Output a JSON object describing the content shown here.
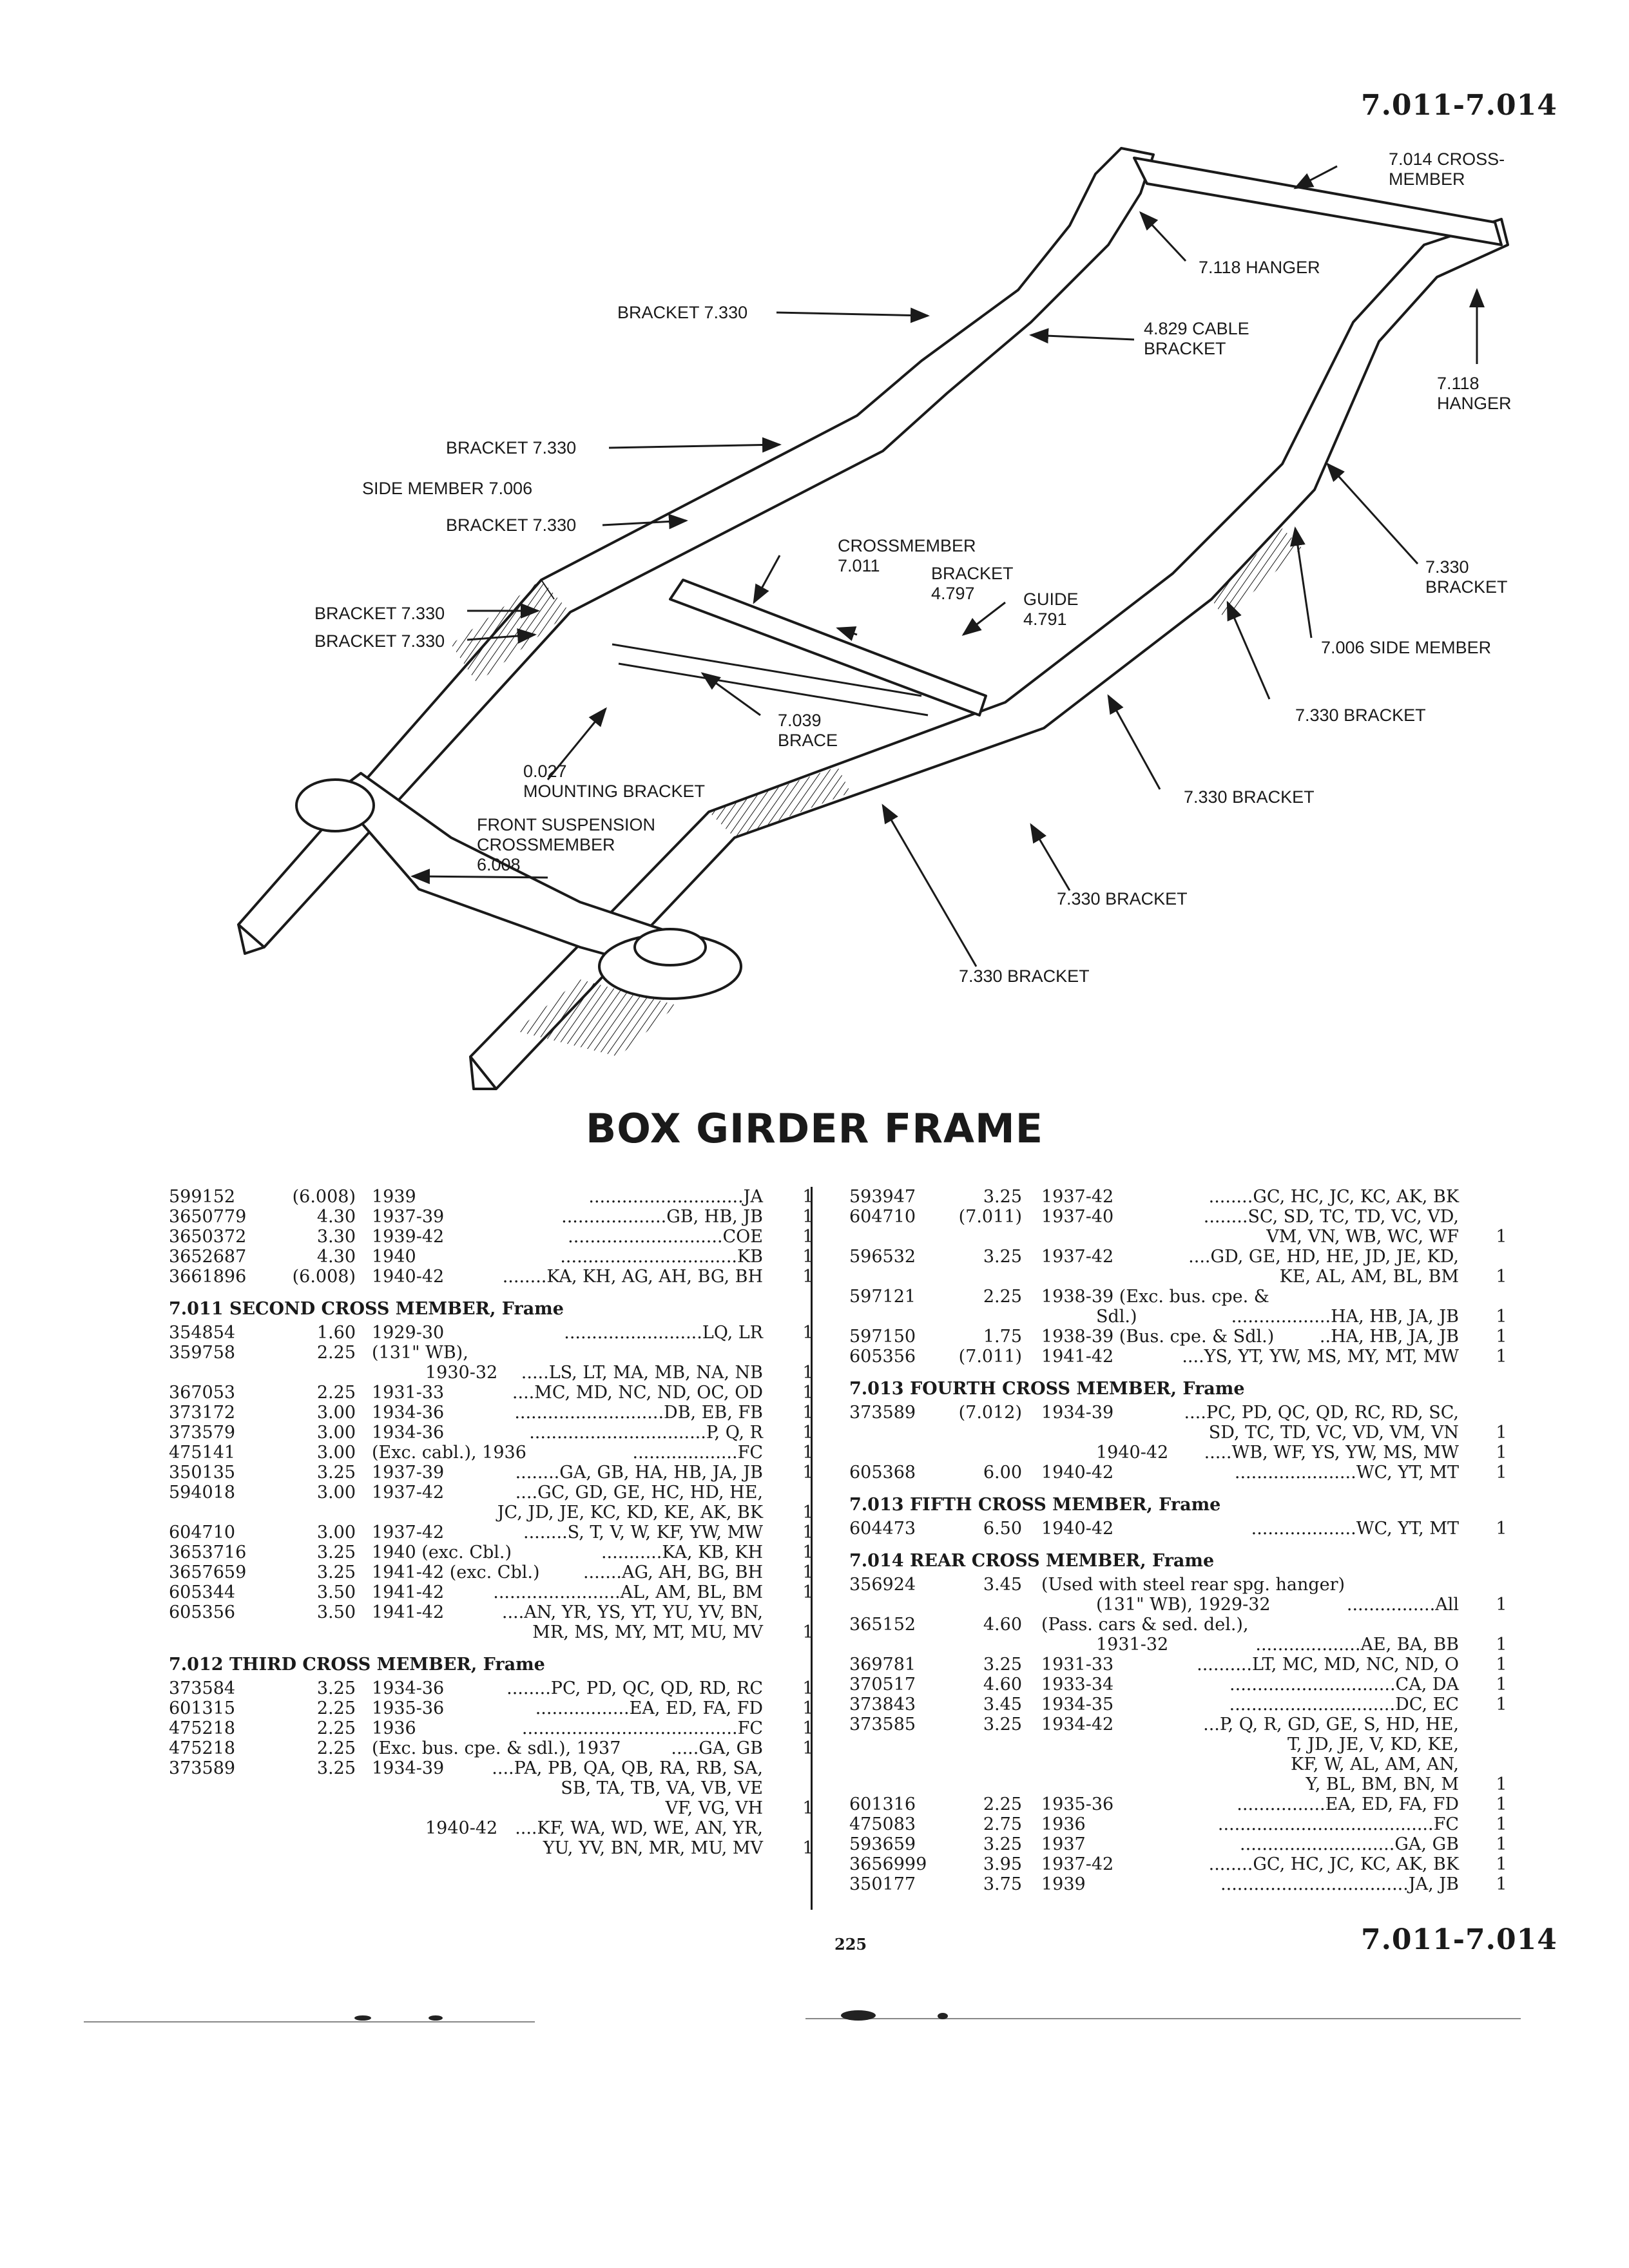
{
  "header": {
    "page_id": "7.011-7.014"
  },
  "diagram": {
    "callouts": {
      "cross_member_7014": "7.014 CROSS-\nMEMBER",
      "hanger_7118_a": "7.118 HANGER",
      "bracket_7330_a": "BRACKET 7.330",
      "cable_bracket_4829": "4.829 CABLE\nBRACKET",
      "hanger_7118_b": "7.118\nHANGER",
      "bracket_7330_b": "BRACKET 7.330",
      "side_member_7006_left": "SIDE MEMBER 7.006",
      "bracket_7330_c": "BRACKET 7.330",
      "crossmember_7011": "CROSSMEMBER\n7.011",
      "bracket_4797": "BRACKET\n4.797",
      "guide_4791": "GUIDE\n4.791",
      "bracket_7330_right_side": "7.330\nBRACKET",
      "bracket_7330_d": "BRACKET 7.330",
      "bracket_7330_e": "BRACKET 7.330",
      "side_member_7006_right": "7.006 SIDE MEMBER",
      "brace_7039": "7.039\nBRACE",
      "bracket_7330_f": "7.330 BRACKET",
      "mounting_bracket_0027": "0.027\nMOUNTING BRACKET",
      "bracket_7330_g": "7.330 BRACKET",
      "front_suspension": "FRONT SUSPENSION\nCROSSMEMBER\n6.008",
      "bracket_7330_h": "7.330 BRACKET",
      "bracket_7330_i": "7.330 BRACKET"
    }
  },
  "title": "BOX GIRDER FRAME",
  "left_column": {
    "top_rows": [
      {
        "part": "599152",
        "size": "(6.008)",
        "year": "1939",
        "dots": "............................",
        "codes": "JA",
        "qty": "1"
      },
      {
        "part": "3650779",
        "size": "4.30",
        "year": "1937-39",
        "dots": "...................",
        "codes": "GB, HB, JB",
        "qty": "1"
      },
      {
        "part": "3650372",
        "size": "3.30",
        "year": "1939-42",
        "dots": "............................",
        "codes": "COE",
        "qty": "1"
      },
      {
        "part": "3652687",
        "size": "4.30",
        "year": "1940",
        "dots": "................................",
        "codes": "KB",
        "qty": "1"
      },
      {
        "part": "3661896",
        "size": "(6.008)",
        "year": "1940-42",
        "dots": "........",
        "codes": "KA, KH, AG, AH, BG, BH",
        "qty": "1"
      }
    ],
    "sections": [
      {
        "heading": "7.011  SECOND CROSS MEMBER, Frame",
        "rows": [
          {
            "part": "354854",
            "size": "1.60",
            "year": "1929-30",
            "dots": ".........................",
            "codes": "LQ, LR",
            "qty": "1"
          },
          {
            "part": "359758",
            "size": "2.25",
            "year": "(131\" WB),",
            "dots": "",
            "codes": "",
            "qty": ""
          },
          {
            "part": "",
            "size": "",
            "year": "1930-32",
            "dots": ".....",
            "codes": "LS, LT, MA, MB, NA, NB",
            "qty": "1",
            "indent": true
          },
          {
            "part": "367053",
            "size": "2.25",
            "year": "1931-33",
            "dots": "....",
            "codes": "MC, MD, NC, ND, OC, OD",
            "qty": "1"
          },
          {
            "part": "373172",
            "size": "3.00",
            "year": "1934-36",
            "dots": "...........................",
            "codes": "DB, EB, FB",
            "qty": "1"
          },
          {
            "part": "373579",
            "size": "3.00",
            "year": "1934-36",
            "dots": "................................",
            "codes": "P, Q, R",
            "qty": "1"
          },
          {
            "part": "475141",
            "size": "3.00",
            "year": "(Exc. cabl.), 1936",
            "dots": "...................",
            "codes": "FC",
            "qty": "1"
          },
          {
            "part": "350135",
            "size": "3.25",
            "year": "1937-39",
            "dots": "........",
            "codes": "GA, GB, HA, HB, JA, JB",
            "qty": "1"
          },
          {
            "part": "594018",
            "size": "3.00",
            "year": "1937-42",
            "dots": "....",
            "codes": "GC, GD, GE, HC, HD, HE,",
            "qty": ""
          },
          {
            "part": "",
            "size": "",
            "year": "",
            "dots": "",
            "codes": "JC, JD, JE, KC, KD, KE, AK, BK",
            "qty": "1"
          },
          {
            "part": "604710",
            "size": "3.00",
            "year": "1937-42",
            "dots": "........",
            "codes": "S, T, V, W, KF, YW, MW",
            "qty": "1"
          },
          {
            "part": "3653716",
            "size": "3.25",
            "year": "1940 (exc. Cbl.)",
            "dots": "...........",
            "codes": "KA, KB, KH",
            "qty": "1"
          },
          {
            "part": "3657659",
            "size": "3.25",
            "year": "1941-42 (exc. Cbl.)",
            "dots": ".......",
            "codes": "AG, AH, BG, BH",
            "qty": "1"
          },
          {
            "part": "605344",
            "size": "3.50",
            "year": "1941-42",
            "dots": ".......................",
            "codes": "AL, AM, BL, BM",
            "qty": "1"
          },
          {
            "part": "605356",
            "size": "3.50",
            "year": "1941-42",
            "dots": "....",
            "codes": "AN, YR, YS, YT, YU, YV, BN,",
            "qty": ""
          },
          {
            "part": "",
            "size": "",
            "year": "",
            "dots": "",
            "codes": "MR, MS, MY, MT, MU, MV",
            "qty": "1"
          }
        ]
      },
      {
        "heading": "7.012  THIRD CROSS MEMBER, Frame",
        "rows": [
          {
            "part": "373584",
            "size": "3.25",
            "year": "1934-36",
            "dots": "........",
            "codes": "PC, PD, QC, QD, RD, RC",
            "qty": "1"
          },
          {
            "part": "601315",
            "size": "2.25",
            "year": "1935-36",
            "dots": ".................",
            "codes": "EA, ED, FA, FD",
            "qty": "1"
          },
          {
            "part": "475218",
            "size": "2.25",
            "year": "1936",
            "dots": ".......................................",
            "codes": "FC",
            "qty": "1"
          },
          {
            "part": "475218",
            "size": "2.25",
            "year": "(Exc. bus. cpe. & sdl.), 1937",
            "dots": ".....",
            "codes": "GA, GB",
            "qty": "1"
          },
          {
            "part": "373589",
            "size": "3.25",
            "year": "1934-39",
            "dots": "....",
            "codes": "PA, PB, QA, QB, RA, RB, SA,",
            "qty": ""
          },
          {
            "part": "",
            "size": "",
            "year": "",
            "dots": "",
            "codes": "SB, TA, TB, VA, VB, VE",
            "qty": ""
          },
          {
            "part": "",
            "size": "",
            "year": "",
            "dots": "",
            "codes": "VF, VG, VH",
            "qty": "1"
          },
          {
            "part": "",
            "size": "",
            "year": "1940-42",
            "dots": "....",
            "codes": "KF, WA, WD, WE, AN, YR,",
            "qty": "",
            "indent": true
          },
          {
            "part": "",
            "size": "",
            "year": "",
            "dots": "",
            "codes": "YU, YV, BN, MR, MU, MV",
            "qty": "1"
          }
        ]
      }
    ]
  },
  "right_column": {
    "top_rows": [
      {
        "part": "593947",
        "size": "3.25",
        "year": "1937-42",
        "dots": "........",
        "codes": "GC, HC, JC, KC, AK, BK",
        "qty": ""
      },
      {
        "part": "604710",
        "size": "(7.011)",
        "year": "1937-40",
        "dots": "........",
        "codes": "SC, SD, TC, TD, VC, VD,",
        "qty": ""
      },
      {
        "part": "",
        "size": "",
        "year": "",
        "dots": "",
        "codes": "VM, VN, WB, WC, WF",
        "qty": "1"
      },
      {
        "part": "596532",
        "size": "3.25",
        "year": "1937-42",
        "dots": "....",
        "codes": "GD, GE, HD, HE, JD, JE, KD,",
        "qty": ""
      },
      {
        "part": "",
        "size": "",
        "year": "",
        "dots": "",
        "codes": "KE, AL, AM, BL, BM",
        "qty": "1"
      },
      {
        "part": "597121",
        "size": "2.25",
        "year": "1938-39 (Exc. bus. cpe. &",
        "dots": "",
        "codes": "",
        "qty": ""
      },
      {
        "part": "",
        "size": "",
        "year": "Sdl.)",
        "dots": "..................",
        "codes": "HA, HB, JA, JB",
        "qty": "1",
        "indent": true
      },
      {
        "part": "597150",
        "size": "1.75",
        "year": "1938-39 (Bus. cpe. & Sdl.)",
        "dots": "..",
        "codes": "HA, HB, JA, JB",
        "qty": "1"
      },
      {
        "part": "605356",
        "size": "(7.011)",
        "year": "1941-42",
        "dots": "....",
        "codes": "YS, YT, YW, MS, MY, MT, MW",
        "qty": "1"
      }
    ],
    "sections": [
      {
        "heading": "7.013  FOURTH CROSS MEMBER, Frame",
        "rows": [
          {
            "part": "373589",
            "size": "(7.012)",
            "year": "1934-39",
            "dots": "....",
            "codes": "PC, PD, QC, QD, RC, RD, SC,",
            "qty": ""
          },
          {
            "part": "",
            "size": "",
            "year": "",
            "dots": "",
            "codes": "SD, TC, TD, VC, VD, VM, VN",
            "qty": "1"
          },
          {
            "part": "",
            "size": "",
            "year": "1940-42",
            "dots": ".....",
            "codes": "WB, WF, YS, YW, MS, MW",
            "qty": "1",
            "indent": true
          },
          {
            "part": "605368",
            "size": "6.00",
            "year": "1940-42",
            "dots": "......................",
            "codes": "WC, YT, MT",
            "qty": "1"
          }
        ]
      },
      {
        "heading": "7.013  FIFTH CROSS MEMBER, Frame",
        "rows": [
          {
            "part": "604473",
            "size": "6.50",
            "year": "1940-42",
            "dots": "...................",
            "codes": "WC, YT, MT",
            "qty": "1"
          }
        ]
      },
      {
        "heading": "7.014  REAR CROSS MEMBER, Frame",
        "rows": [
          {
            "part": "356924",
            "size": "3.45",
            "year": "(Used with steel rear spg. hanger)",
            "dots": "",
            "codes": "",
            "qty": ""
          },
          {
            "part": "",
            "size": "",
            "year": "(131\" WB), 1929-32",
            "dots": "................",
            "codes": "All",
            "qty": "1",
            "indent": true
          },
          {
            "part": "365152",
            "size": "4.60",
            "year": "(Pass. cars & sed. del.),",
            "dots": "",
            "codes": "",
            "qty": ""
          },
          {
            "part": "",
            "size": "",
            "year": "1931-32",
            "dots": "...................",
            "codes": "AE, BA, BB",
            "qty": "1",
            "indent": true
          },
          {
            "part": "369781",
            "size": "3.25",
            "year": "1931-33",
            "dots": "..........",
            "codes": "LT, MC, MD, NC, ND, O",
            "qty": "1"
          },
          {
            "part": "370517",
            "size": "4.60",
            "year": "1933-34",
            "dots": "..............................",
            "codes": "CA, DA",
            "qty": "1"
          },
          {
            "part": "373843",
            "size": "3.45",
            "year": "1934-35",
            "dots": "..............................",
            "codes": "DC, EC",
            "qty": "1"
          },
          {
            "part": "373585",
            "size": "3.25",
            "year": "1934-42",
            "dots": "...",
            "codes": "P, Q, R, GD, GE, S, HD, HE,",
            "qty": ""
          },
          {
            "part": "",
            "size": "",
            "year": "",
            "dots": "",
            "codes": "T, JD, JE, V, KD, KE,",
            "qty": ""
          },
          {
            "part": "",
            "size": "",
            "year": "",
            "dots": "",
            "codes": "KF, W, AL, AM, AN,",
            "qty": ""
          },
          {
            "part": "",
            "size": "",
            "year": "",
            "dots": "",
            "codes": "Y, BL, BM, BN, M",
            "qty": "1"
          },
          {
            "part": "601316",
            "size": "2.25",
            "year": "1935-36",
            "dots": "................",
            "codes": "EA, ED, FA, FD",
            "qty": "1"
          },
          {
            "part": "475083",
            "size": "2.75",
            "year": "1936",
            "dots": ".......................................",
            "codes": "FC",
            "qty": "1"
          },
          {
            "part": "593659",
            "size": "3.25",
            "year": "1937",
            "dots": "............................",
            "codes": "GA, GB",
            "qty": "1"
          },
          {
            "part": "3656999",
            "size": "3.95",
            "year": "1937-42",
            "dots": "........",
            "codes": "GC, HC, JC, KC, AK, BK",
            "qty": "1"
          },
          {
            "part": "350177",
            "size": "3.75",
            "year": "1939",
            "dots": "..................................",
            "codes": "JA, JB",
            "qty": "1"
          }
        ]
      }
    ]
  },
  "footer": {
    "page_number": "225",
    "page_id": "7.011-7.014"
  }
}
